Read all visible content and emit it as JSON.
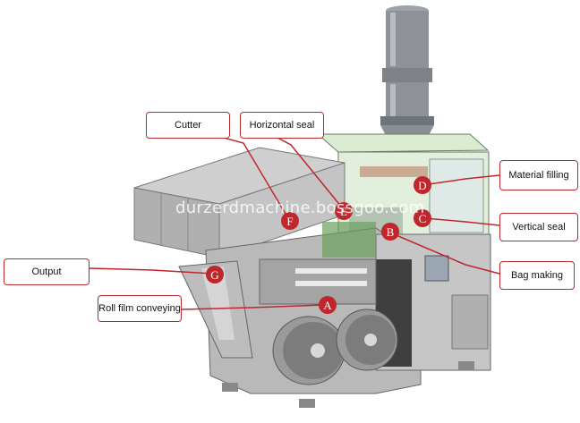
{
  "callouts": {
    "cutter": "Cutter",
    "horizontal_seal": "Horizontal seal",
    "material_filling": "Material filling",
    "vertical_seal": "Vertical seal",
    "output": "Output",
    "bag_making": "Bag making",
    "roll_film_conveying": "Roll film conveying"
  },
  "markers": {
    "a": "A",
    "b": "B",
    "c": "C",
    "d": "D",
    "e": "E",
    "f": "F",
    "g": "G"
  },
  "watermark": "durzerdmachine.bossgoo.com",
  "colors": {
    "callout_border": "#b8292e",
    "marker_fill": "#c0272d",
    "leader_line": "#c0272d",
    "machine_body": "#b9b9b9",
    "machine_panel": "#a4a4a4",
    "guard_glass": "#d9ecd2",
    "hopper": "#8e9296"
  }
}
